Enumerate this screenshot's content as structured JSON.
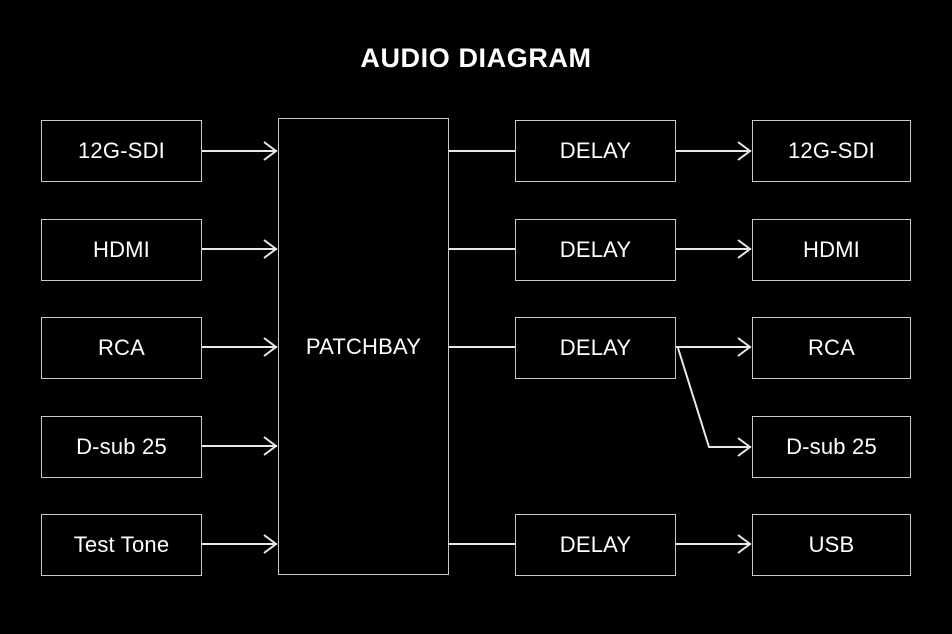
{
  "diagram": {
    "title": "AUDIO DIAGRAM",
    "background_color": "#000000",
    "stroke_color": "#c9c9c9",
    "text_color": "#ffffff",
    "inputs": [
      {
        "label": "12G-SDI"
      },
      {
        "label": "HDMI"
      },
      {
        "label": "RCA"
      },
      {
        "label": "D-sub 25"
      },
      {
        "label": "Test Tone"
      }
    ],
    "hub": {
      "label": "PATCHBAY"
    },
    "processors": [
      {
        "label": "DELAY"
      },
      {
        "label": "DELAY"
      },
      {
        "label": "DELAY"
      },
      {
        "label": "DELAY"
      }
    ],
    "outputs": [
      {
        "label": "12G-SDI"
      },
      {
        "label": "HDMI"
      },
      {
        "label": "RCA"
      },
      {
        "label": "D-sub 25"
      },
      {
        "label": "USB"
      }
    ]
  }
}
